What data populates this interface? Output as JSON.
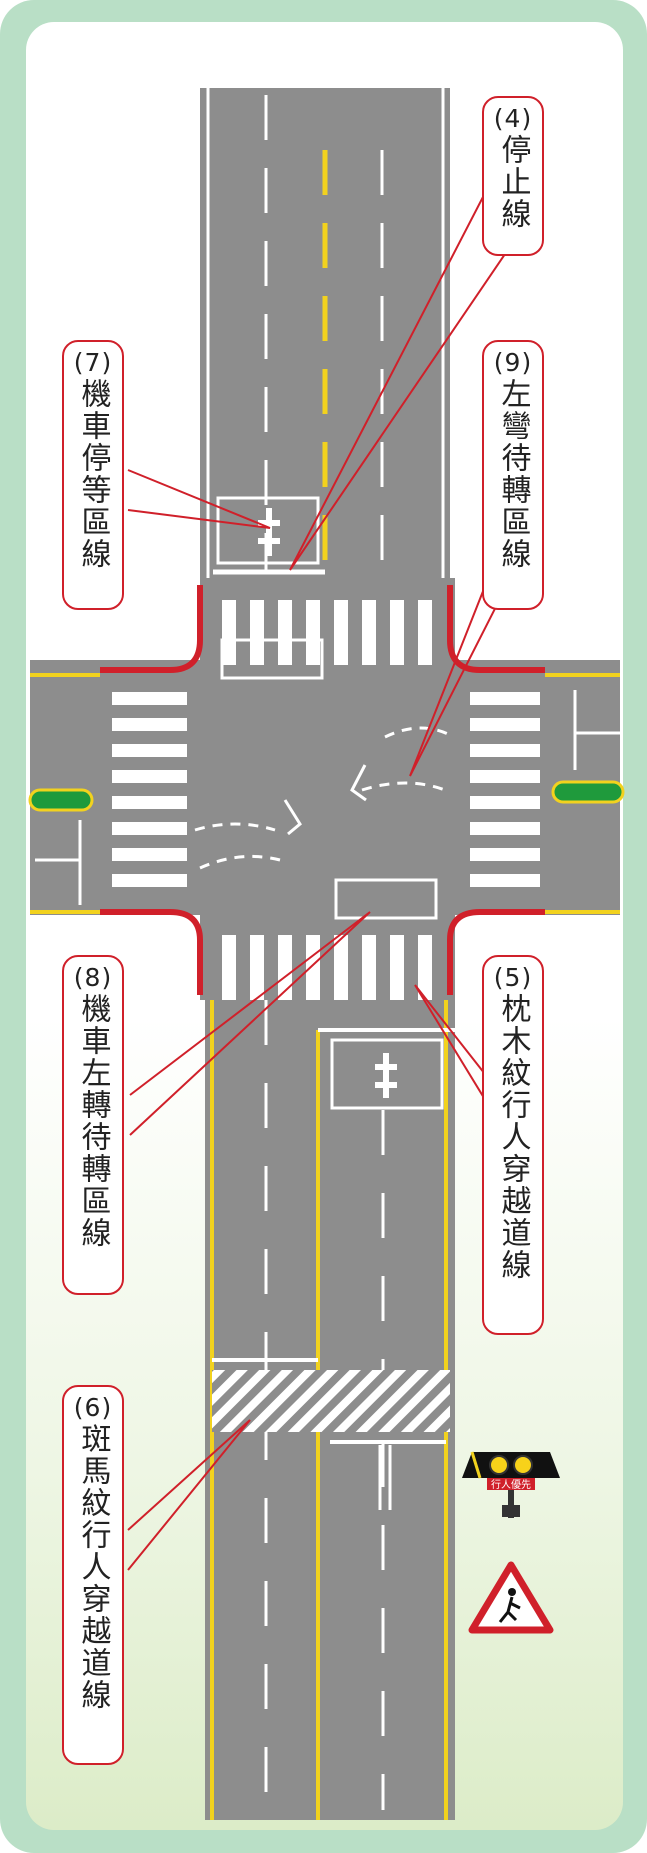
{
  "colors": {
    "frame": "#b9dfc6",
    "road": "#8d8d8d",
    "marking_white": "#ffffff",
    "marking_yellow": "#f2d21e",
    "curb_red": "#d0202a",
    "label_border": "#d0202a",
    "median_green": "#1f9a3c"
  },
  "labels": [
    {
      "num": "(4)",
      "text": "停止線"
    },
    {
      "num": "(7)",
      "text": "機車停等區線"
    },
    {
      "num": "(9)",
      "text": "左彎待轉區線"
    },
    {
      "num": "(8)",
      "text": "機車左轉待轉區線"
    },
    {
      "num": "(5)",
      "text": "枕木紋行人穿越道線"
    },
    {
      "num": "(6)",
      "text": "斑馬紋行人穿越道線"
    }
  ],
  "signs": {
    "signal_sign_text": "行人優先",
    "warning_sign_icon": "pedestrian-crossing-icon"
  }
}
